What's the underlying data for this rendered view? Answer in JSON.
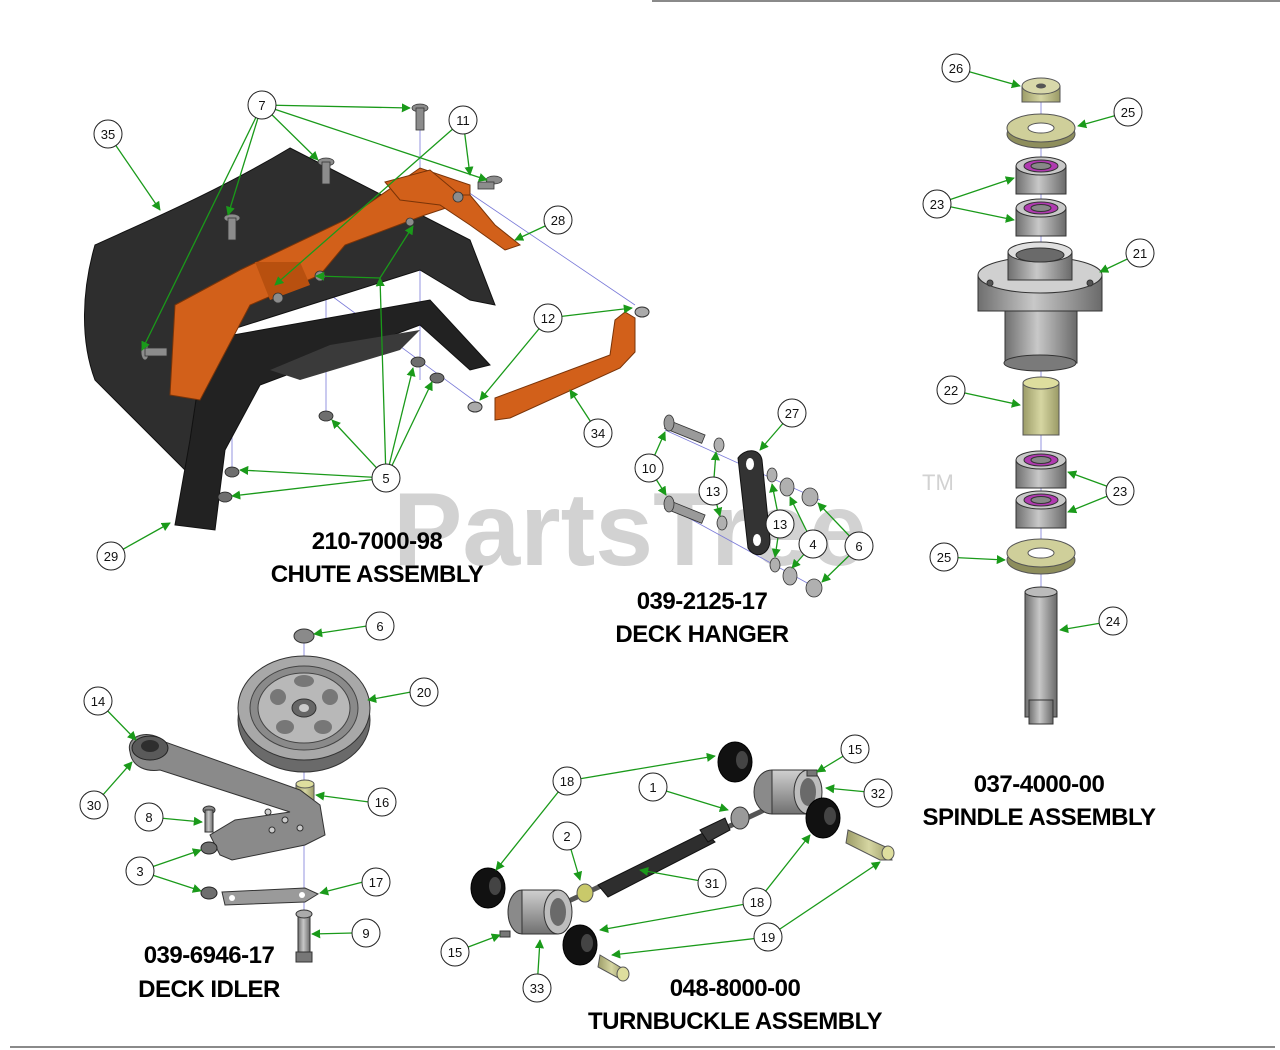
{
  "watermark": {
    "text": "PartsTree",
    "trademark": "TM"
  },
  "assemblies": {
    "chute": {
      "part_no": "210-7000-98",
      "name": "CHUTE ASSEMBLY"
    },
    "hanger": {
      "part_no": "039-2125-17",
      "name": "DECK HANGER"
    },
    "spindle": {
      "part_no": "037-4000-00",
      "name": "SPINDLE ASSEMBLY"
    },
    "idler": {
      "part_no": "039-6946-17",
      "name": "DECK IDLER"
    },
    "turnbuckle": {
      "part_no": "048-8000-00",
      "name": "TURNBUCKLE ASSEMBLY"
    }
  },
  "callouts": {
    "c7": "7",
    "c11": "11",
    "c35": "35",
    "c28": "28",
    "c12": "12",
    "c34": "34",
    "c5": "5",
    "c29": "29",
    "c27": "27",
    "c10": "10",
    "c13a": "13",
    "c13b": "13",
    "c4": "4",
    "c6a": "6",
    "c26": "26",
    "c25a": "25",
    "c23a": "23",
    "c21": "21",
    "c22": "22",
    "c23b": "23",
    "c25b": "25",
    "c24": "24",
    "c6b": "6",
    "c20": "20",
    "c14": "14",
    "c30": "30",
    "c16": "16",
    "c8": "8",
    "c3": "3",
    "c17": "17",
    "c9": "9",
    "c18a": "18",
    "c1": "1",
    "c15a": "15",
    "c32": "32",
    "c2": "2",
    "c31": "31",
    "c18b": "18",
    "c19": "19",
    "c15b": "15",
    "c33": "33"
  },
  "colors": {
    "leader": "#1a9a1a",
    "orange": "#d2601a",
    "dark": "#2e2e2e",
    "metal": "#9a9a9a",
    "bearing_ring": "#b03ab0",
    "washer": "#c9c98a",
    "axis": "#7a7ad8"
  }
}
